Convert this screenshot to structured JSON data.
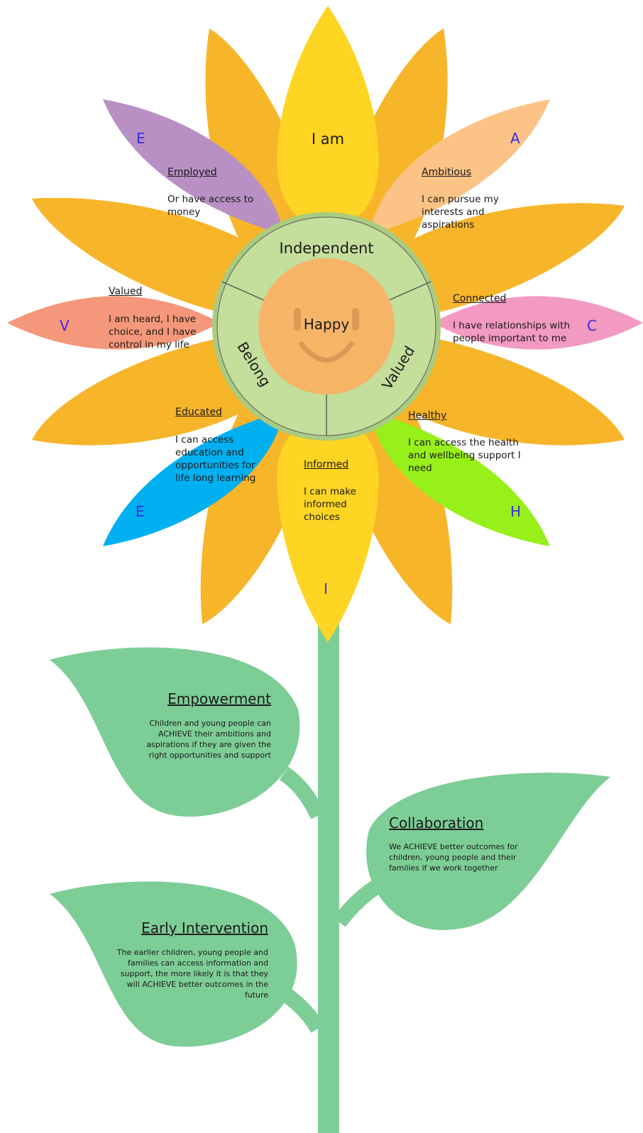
{
  "petals": {
    "top": {
      "heading": "I am"
    },
    "tr": {
      "letter": "A",
      "heading": "Ambitious",
      "body": "I can pursue my interests and aspirations",
      "color": "#fbc385"
    },
    "r": {
      "letter": "C",
      "heading": "Connected",
      "body": "I have relationships with people important to me",
      "color": "#f39ac2"
    },
    "br": {
      "letter": "H",
      "heading": "Healthy",
      "body": "I can access the health and wellbeing support I need",
      "color": "#97f01a"
    },
    "b": {
      "letter": "I",
      "heading": "Informed",
      "body": "I can make informed choices",
      "color": "#fed523"
    },
    "bl": {
      "letter": "E",
      "heading": "Educated",
      "body": "I can access education and opportunities for life long learning",
      "color": "#00b0f0"
    },
    "l": {
      "letter": "V",
      "heading": "Valued",
      "body": "I am heard, I have choice, and I have control in my life",
      "color": "#f4977a"
    },
    "tl": {
      "letter": "E",
      "heading": "Employed",
      "body": "Or have access to money",
      "color": "#b890c4"
    }
  },
  "center": {
    "face_label": "Happy",
    "ring_top": "Independent",
    "ring_left": "Belong",
    "ring_right": "Valued"
  },
  "leaves": {
    "empowerment": {
      "title": "Empowerment",
      "body": "Children and young people can ACHIEVE their ambitions and aspirations if they are given the right opportunities and support"
    },
    "collaboration": {
      "title": "Collaboration",
      "body": "We ACHIEVE better outcomes for children, young people and their families if we work together"
    },
    "early": {
      "title": "Early Intervention",
      "body": "The earlier children, young people and families can access information and support, the more likely it is that they will ACHIEVE better outcomes in the future"
    }
  },
  "colors": {
    "orange_petal": "#f7b52a",
    "yellow_petal": "#fed523",
    "ring": "#c4de9b",
    "face": "#f6b466",
    "stem": "#7dcd96"
  }
}
